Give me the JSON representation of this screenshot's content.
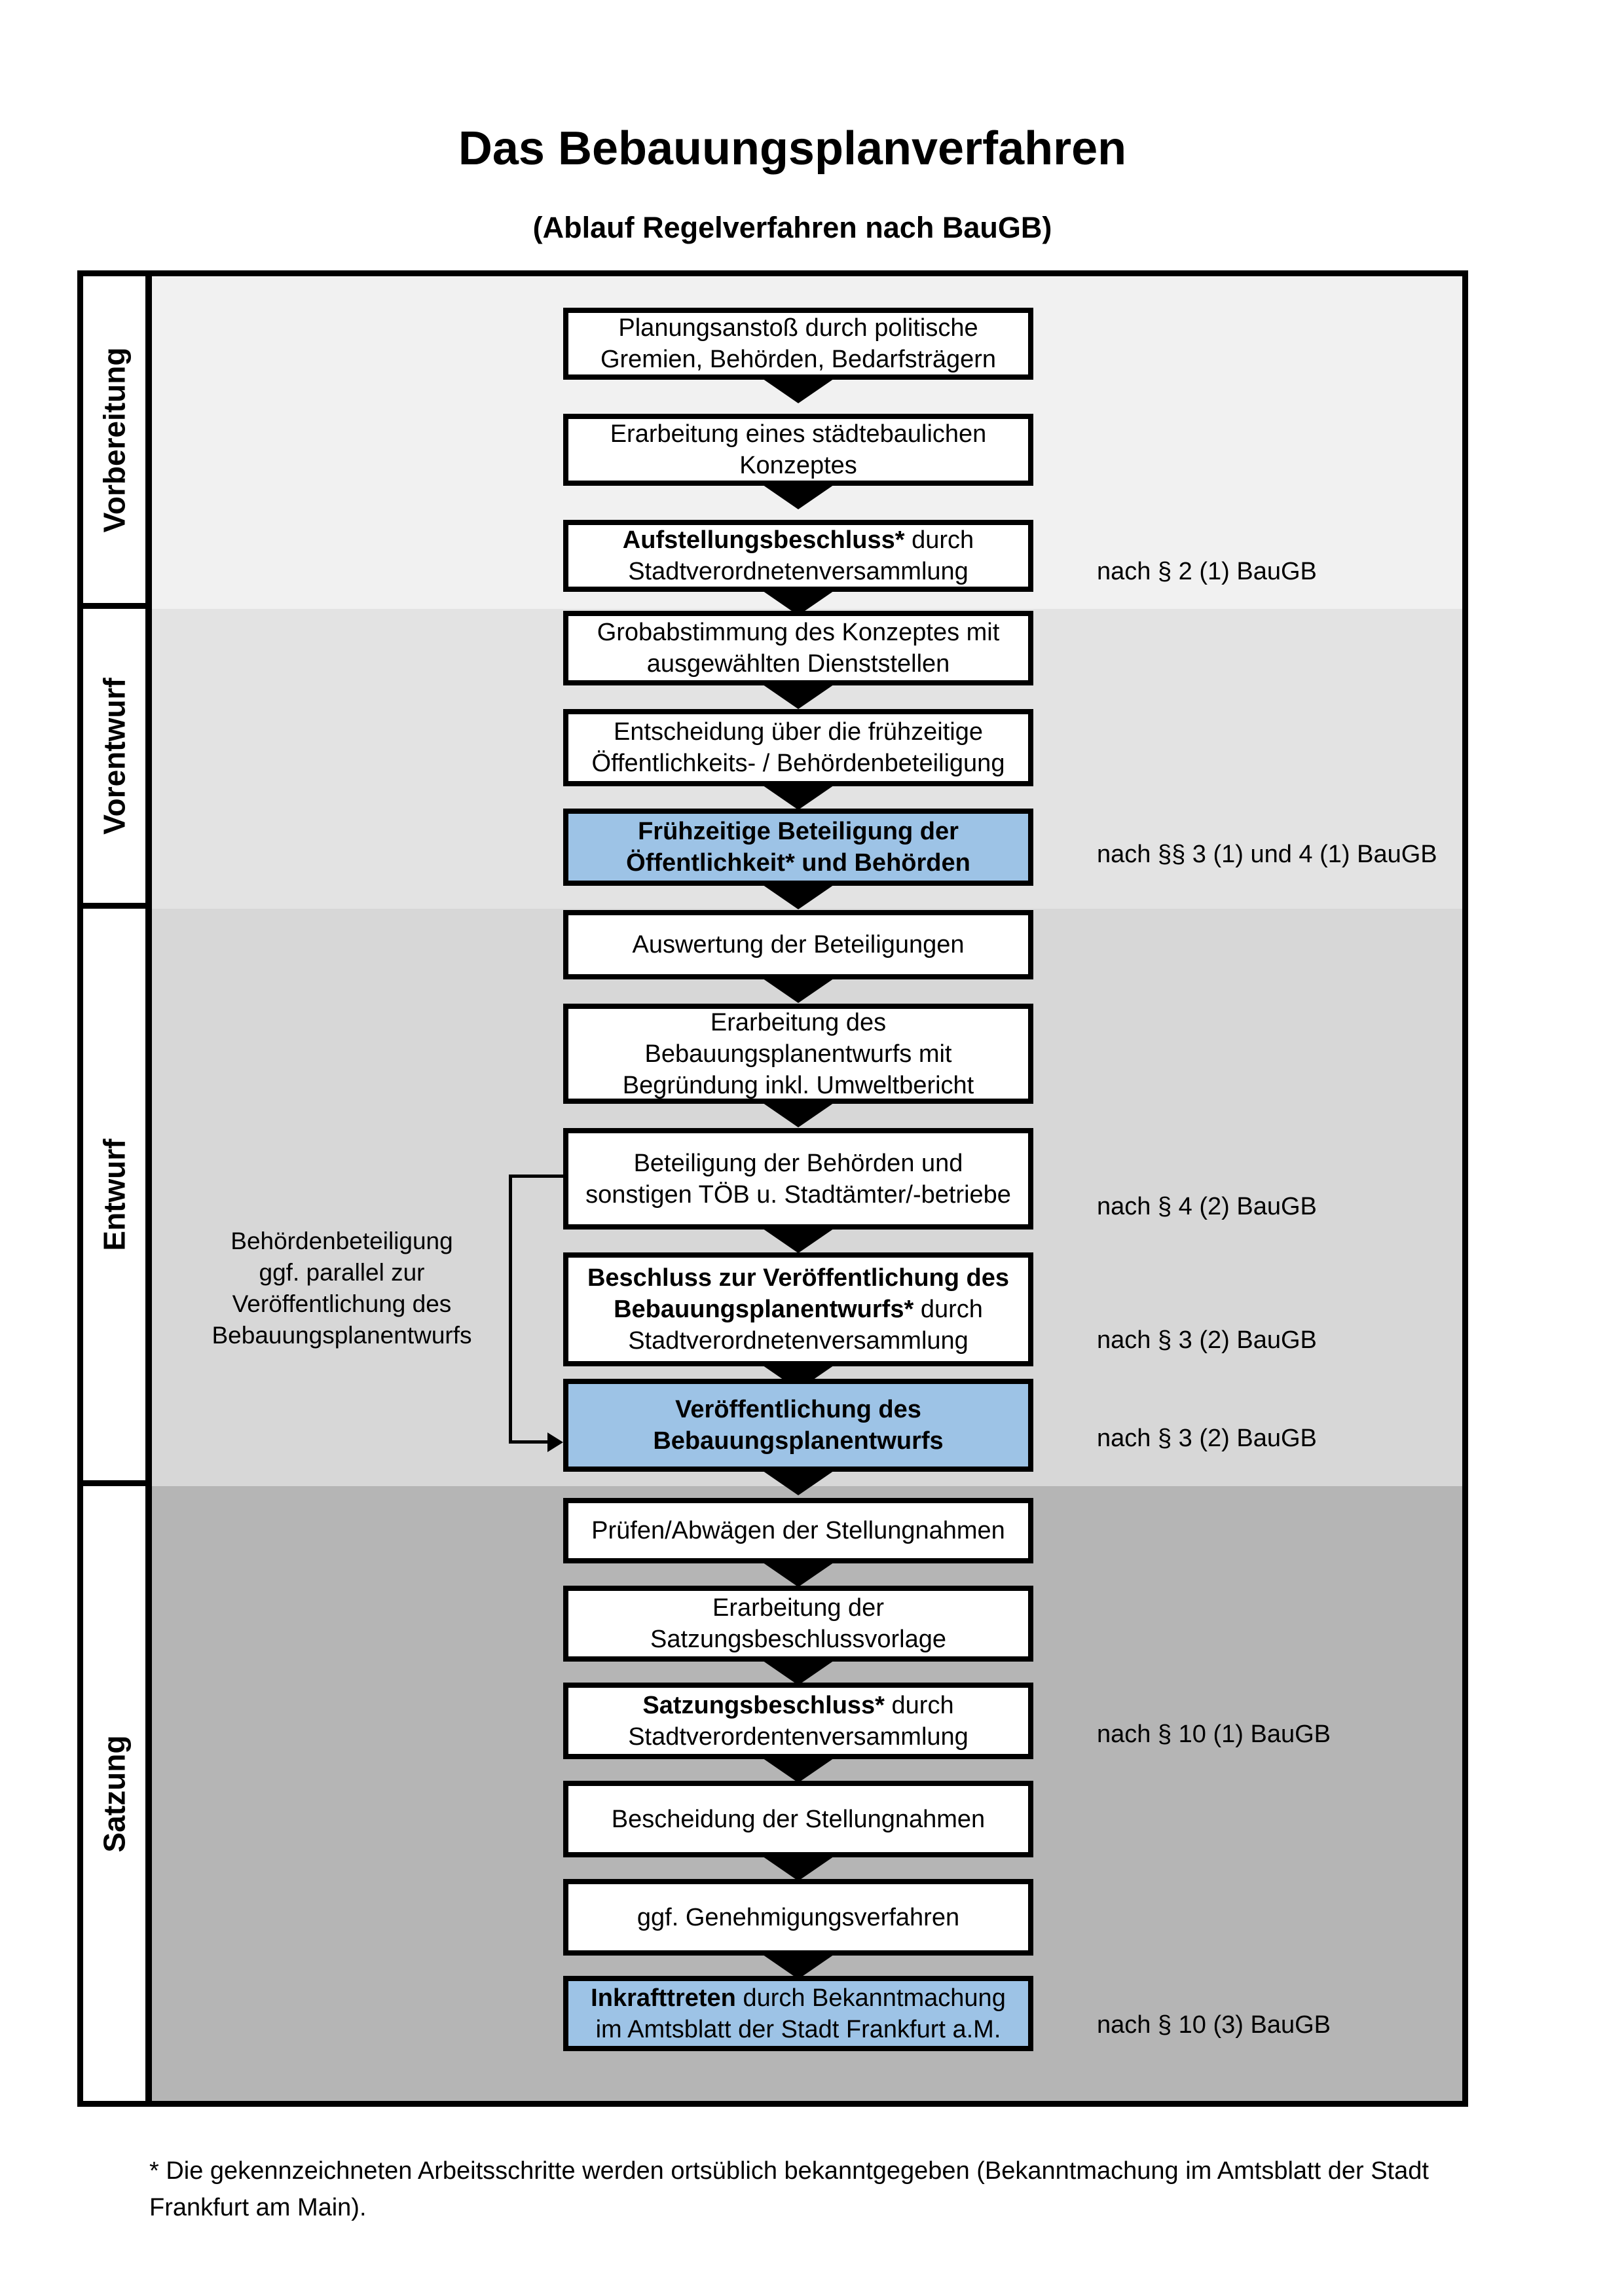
{
  "title": "Das Bebauungsplanverfahren",
  "subtitle": "(Ablauf Regelverfahren nach BauGB)",
  "colors": {
    "highlight_blue": "#9dc3e6",
    "phase_vorbereitung_bg": "#f1f1f1",
    "phase_vorentwurf_bg": "#e3e3e3",
    "phase_entwurf_bg": "#d7d7d7",
    "phase_satzung_bg": "#b5b5b5"
  },
  "phases": [
    {
      "label": "Vorbereitung",
      "bg": "#f1f1f1"
    },
    {
      "label": "Vorentwurf",
      "bg": "#e3e3e3"
    },
    {
      "label": "Entwurf",
      "bg": "#d7d7d7"
    },
    {
      "label": "Satzung",
      "bg": "#b5b5b5"
    }
  ],
  "steps": [
    {
      "highlight": false,
      "lines": [
        [
          {
            "t": "Planungsanstoß durch politische",
            "b": false
          }
        ],
        [
          {
            "t": "Gremien, Behörden, Bedarfsträgern",
            "b": false
          }
        ]
      ]
    },
    {
      "highlight": false,
      "lines": [
        [
          {
            "t": "Erarbeitung eines städtebaulichen",
            "b": false
          }
        ],
        [
          {
            "t": "Konzeptes",
            "b": false
          }
        ]
      ]
    },
    {
      "highlight": false,
      "lines": [
        [
          {
            "t": "Aufstellungsbeschluss*",
            "b": true
          },
          {
            "t": " durch",
            "b": false
          }
        ],
        [
          {
            "t": "Stadtverordnetenversammlung",
            "b": false
          }
        ]
      ]
    },
    {
      "highlight": false,
      "lines": [
        [
          {
            "t": "Grobabstimmung des Konzeptes mit",
            "b": false
          }
        ],
        [
          {
            "t": "ausgewählten Dienststellen",
            "b": false
          }
        ]
      ]
    },
    {
      "highlight": false,
      "lines": [
        [
          {
            "t": "Entscheidung über die frühzeitige",
            "b": false
          }
        ],
        [
          {
            "t": "Öffentlichkeits- / Behördenbeteiligung",
            "b": false
          }
        ]
      ]
    },
    {
      "highlight": true,
      "lines": [
        [
          {
            "t": "Frühzeitige Beteiligung der",
            "b": true
          }
        ],
        [
          {
            "t": "Öffentlichkeit* und Behörden",
            "b": true
          }
        ]
      ]
    },
    {
      "highlight": false,
      "lines": [
        [
          {
            "t": "Auswertung der Beteiligungen",
            "b": false
          }
        ]
      ]
    },
    {
      "highlight": false,
      "lines": [
        [
          {
            "t": "Erarbeitung des",
            "b": false
          }
        ],
        [
          {
            "t": "Bebauungsplanentwurfs mit",
            "b": false
          }
        ],
        [
          {
            "t": "Begründung inkl. Umweltbericht",
            "b": false
          }
        ]
      ]
    },
    {
      "highlight": false,
      "lines": [
        [
          {
            "t": "Beteiligung der Behörden und",
            "b": false
          }
        ],
        [
          {
            "t": "sonstigen TÖB u. Stadtämter/-betriebe",
            "b": false
          }
        ]
      ]
    },
    {
      "highlight": false,
      "lines": [
        [
          {
            "t": "Beschluss zur Veröffentlichung des",
            "b": true
          }
        ],
        [
          {
            "t": "Bebauungsplanentwurfs*",
            "b": true
          },
          {
            "t": " durch",
            "b": false
          }
        ],
        [
          {
            "t": "Stadtverordnetenversammlung",
            "b": false
          }
        ]
      ]
    },
    {
      "highlight": true,
      "lines": [
        [
          {
            "t": "Veröffentlichung des",
            "b": true
          }
        ],
        [
          {
            "t": "Bebauungsplanentwurfs",
            "b": true
          }
        ]
      ]
    },
    {
      "highlight": false,
      "lines": [
        [
          {
            "t": "Prüfen/Abwägen der Stellungnahmen",
            "b": false
          }
        ]
      ]
    },
    {
      "highlight": false,
      "lines": [
        [
          {
            "t": "Erarbeitung der",
            "b": false
          }
        ],
        [
          {
            "t": "Satzungsbeschlussvorlage",
            "b": false
          }
        ]
      ]
    },
    {
      "highlight": false,
      "lines": [
        [
          {
            "t": "Satzungsbeschluss*",
            "b": true
          },
          {
            "t": " durch",
            "b": false
          }
        ],
        [
          {
            "t": "Stadtverordentenversammlung",
            "b": false
          }
        ]
      ]
    },
    {
      "highlight": false,
      "lines": [
        [
          {
            "t": "Bescheidung der Stellungnahmen",
            "b": false
          }
        ]
      ]
    },
    {
      "highlight": false,
      "lines": [
        [
          {
            "t": "ggf. Genehmigungsverfahren",
            "b": false
          }
        ]
      ]
    },
    {
      "highlight": true,
      "lines": [
        [
          {
            "t": "Inkrafttreten",
            "b": true
          },
          {
            "t": " durch Bekanntmachung",
            "b": false
          }
        ],
        [
          {
            "t": "im Amtsblatt der Stadt Frankfurt a.M.",
            "b": false
          }
        ]
      ]
    }
  ],
  "references": [
    {
      "text": "nach § 2 (1) BauGB"
    },
    {
      "text": "nach §§ 3 (1) und 4 (1) BauGB"
    },
    {
      "text": "nach § 4 (2) BauGB"
    },
    {
      "text": "nach § 3 (2) BauGB"
    },
    {
      "text": "nach § 3 (2) BauGB"
    },
    {
      "text": "nach § 10 (1) BauGB"
    },
    {
      "text": "nach § 10 (3) BauGB"
    }
  ],
  "side_note": {
    "lines": [
      "Behördenbeteiligung",
      "ggf. parallel zur",
      "Veröffentlichung des",
      "Bebauungsplanentwurfs"
    ]
  },
  "footnote": "* Die gekennzeichneten Arbeitsschritte werden ortsüblich bekanntgegeben (Bekanntmachung im Amtsblatt  der Stadt Frankfurt am Main)."
}
